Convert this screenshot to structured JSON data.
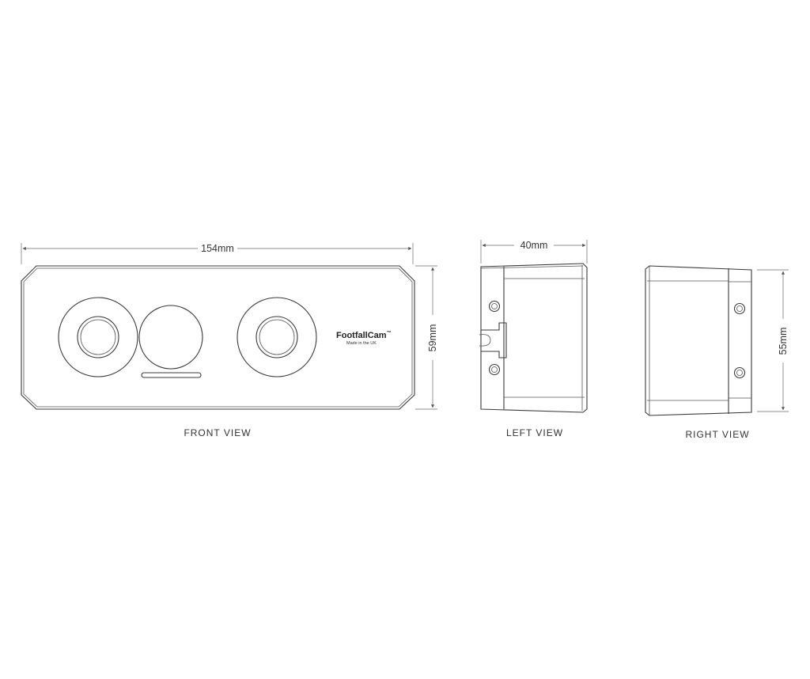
{
  "dimensions": {
    "front_width": "154mm",
    "front_height": "59mm",
    "left_depth": "40mm",
    "right_height": "55mm"
  },
  "views": {
    "front": "FRONT VIEW",
    "left": "LEFT VIEW",
    "right": "RIGHT VIEW"
  },
  "branding": {
    "name": "FootfallCam",
    "trademark": "™",
    "tagline": "Made in the UK"
  }
}
